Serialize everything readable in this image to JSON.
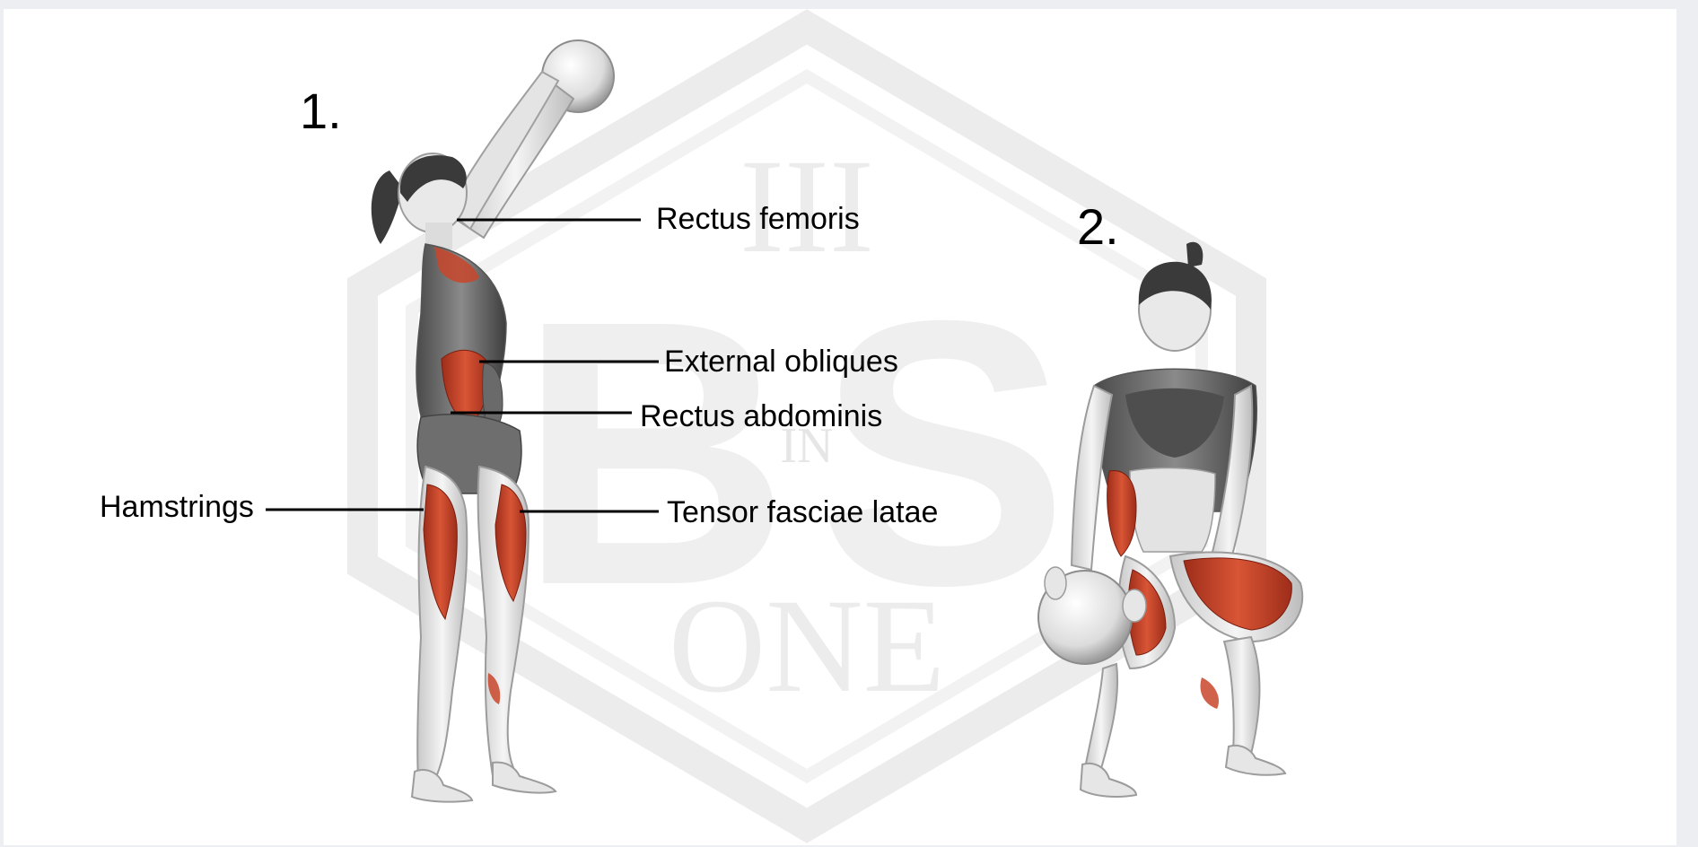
{
  "steps": [
    {
      "number": "1."
    },
    {
      "number": "2."
    }
  ],
  "labels": {
    "rectus_femoris": "Rectus femoris",
    "external_obliques": "External obliques",
    "rectus_abdominis": "Rectus abdominis",
    "hamstrings": "Hamstrings",
    "tensor_fasciae_latae": "Tensor fasciae latae"
  },
  "watermark": {
    "top_text": "III",
    "middle_text": "BS",
    "small_text": "IN",
    "bottom_text": "ONE"
  },
  "colors": {
    "muscle": "#c8452c",
    "muscle_dark": "#9e2d1a",
    "skin_light": "#f2f2f2",
    "skin_shade": "#bdbdbd",
    "hair": "#3a3a3a",
    "watermark": "#ececec",
    "leader_line": "#000000"
  },
  "icons": {
    "ball": "medicine-ball-icon"
  }
}
